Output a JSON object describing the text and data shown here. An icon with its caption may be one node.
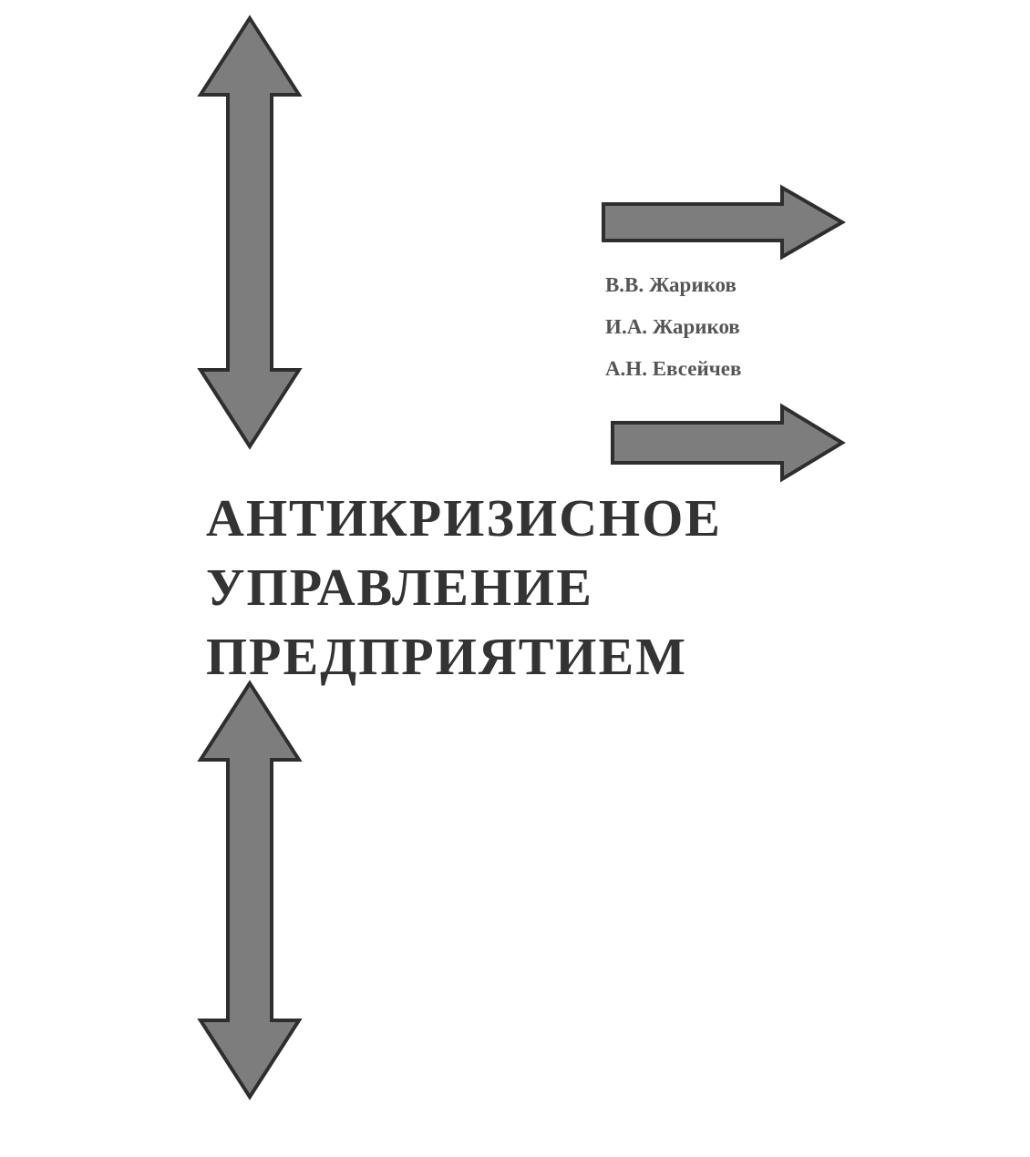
{
  "diagram": {
    "title": "АНТИКРИЗИСНОЕ УПРАВЛЕНИЕ ПРЕДПРИЯТИЕМ",
    "labels": [
      "В.В. Жариков",
      "И.А. Жариков",
      "А.Н. Евсейчев"
    ]
  }
}
